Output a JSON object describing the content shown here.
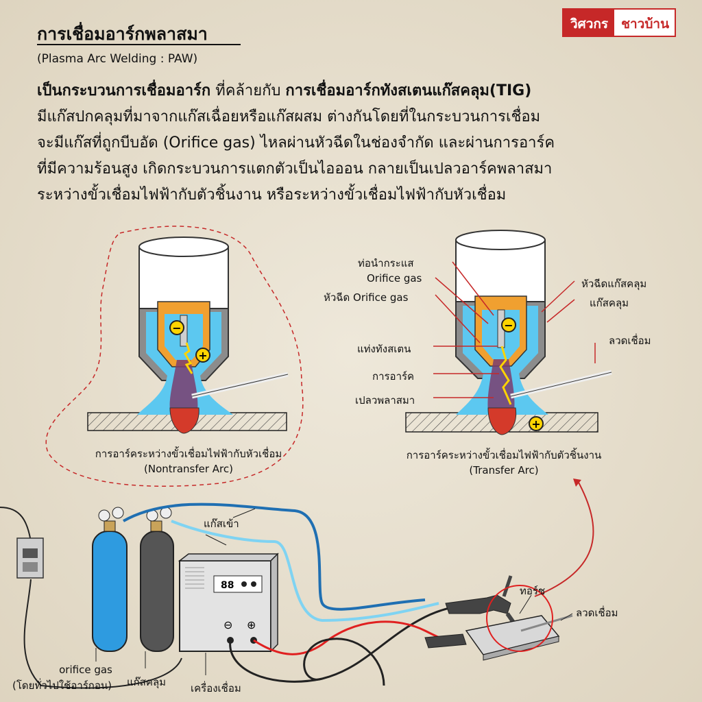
{
  "brand": {
    "left": "วิศวกร",
    "right": "ชาวบ้าน"
  },
  "title": "การเชื่อมอาร์กพลาสมา",
  "subtitle": "(Plasma Arc Welding : PAW)",
  "body": {
    "line1_bold_a": "เป็นกระบวนการเชื่อมอาร์ก",
    "line1_mid": " ที่คล้ายกับ ",
    "line1_bold_b": "การเชื่อมอาร์กทังสเตนแก๊สคลุม(TIG)",
    "line2": "มีแก๊สปกคลุมที่มาจากแก๊สเฉื่อยหรือแก๊สผสม ต่างกันโดยที่ในกระบวนการเชื่อม",
    "line3": "จะมีแก๊สที่ถูกบีบอัด (Orifice gas) ไหลผ่านหัวฉีดในช่องจำกัด และผ่านการอาร์ค",
    "line4": "ที่มีความร้อนสูง เกิดกระบวนการแตกตัวเป็นไอออน กลายเป็นเปลวอาร์คพลาสมา",
    "line5": "ระหว่างขั้วเชื่อมไฟฟ้ากับตัวชิ้นงาน หรือระหว่างขั้วเชื่อมไฟฟ้ากับหัวเชื่อม"
  },
  "left_diagram": {
    "caption": "การอาร์คระหว่างขั้วเชื่อมไฟฟ้ากับหัวเชื่อม",
    "caption_en": "(Nontransfer Arc)",
    "minus_symbol": "−",
    "plus_symbol": "+"
  },
  "right_diagram": {
    "caption": "การอาร์คระหว่างขั้วเชื่อมไฟฟ้ากับตัวชิ้นงาน",
    "caption_en": "(Transfer Arc)",
    "minus_symbol": "−",
    "plus_symbol": "+",
    "labels_left": [
      "ท่อนำกระแส",
      "Orifice gas",
      "หัวฉีด Orifice gas",
      "แท่งทังสเตน",
      "การอาร์ค",
      "เปลวพลาสมา"
    ],
    "labels_right": [
      "หัวฉีดแก๊สคลุม",
      "แก๊สคลุม",
      "ลวดเชื่อม"
    ]
  },
  "equipment": {
    "gas_in": "แก๊สเข้า",
    "orifice_gas": "orifice gas",
    "orifice_note": "(โดยทั่วไปใช้อาร์กอน)",
    "shield_gas": "แก๊สคลุม",
    "machine": "เครื่องเชื่อม",
    "torch": "ทอร์ช",
    "filler": "ลวดเชื่อม",
    "display": "88",
    "minus": "⊖",
    "plus": "⊕"
  },
  "colors": {
    "accent_red": "#c62828",
    "gas_cyan": "#5cc8f0",
    "nozzle_gray": "#8c8c8c",
    "copper_orange": "#f0a030",
    "blue_tank": "#2e9be0",
    "dark_tank": "#555555"
  }
}
